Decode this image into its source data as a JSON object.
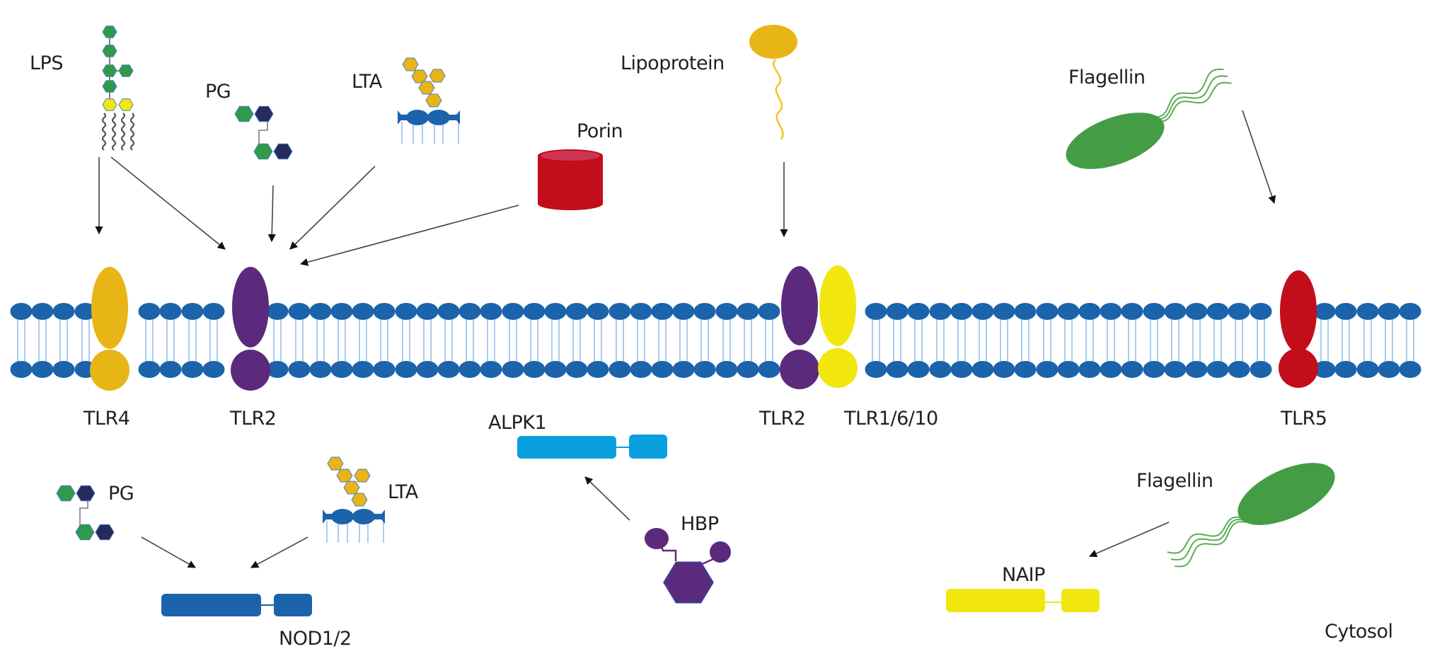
{
  "colors": {
    "membrane_head": "#1b63ab",
    "membrane_tail": "#a9cdf0",
    "tlr4": "#e8b517",
    "tlr2": "#5c2a7c",
    "tlr1_6_10": "#f2e60f",
    "tlr5": "#c20e1a",
    "porin": "#c20e1a",
    "porin_top": "#cf3450",
    "hex_green": "#2f9a48",
    "hex_navy": "#262a5c",
    "hex_yellow": "#f2e60f",
    "hex_gold": "#e8b517",
    "bacterium": "#449c45",
    "flagella": "#5aac52",
    "lipoprotein": "#e8b517",
    "nod": "#1b63ab",
    "alpk1": "#0aa0df",
    "naip": "#f2e60f",
    "hbp": "#5c2a7c",
    "arrow": "#444444",
    "text": "#231f20"
  },
  "ligands": {
    "lps": "LPS",
    "pg_top": "PG",
    "lta_top": "LTA",
    "porin": "Porin",
    "lipoprotein": "Lipoprotein",
    "flagellin_top": "Flagellin",
    "pg_bottom": "PG",
    "lta_bottom": "LTA",
    "hbp": "HBP",
    "flagellin_bottom": "Flagellin"
  },
  "receptors": {
    "tlr4": "TLR4",
    "tlr2_left": "TLR2",
    "tlr2_right": "TLR2",
    "tlr1_6_10": "TLR1/6/10",
    "tlr5": "TLR5",
    "alpk1": "ALPK1",
    "nod": "NOD1/2",
    "naip": "NAIP"
  },
  "compartments": {
    "cytosol": "Cytosol"
  },
  "edges": [
    {
      "from": "LPS",
      "to": "TLR4"
    },
    {
      "from": "LPS",
      "to": "TLR2"
    },
    {
      "from": "PG",
      "to": "TLR2"
    },
    {
      "from": "LTA",
      "to": "TLR2"
    },
    {
      "from": "Porin",
      "to": "TLR2"
    },
    {
      "from": "Lipoprotein",
      "to": "TLR2/TLR1/6/10"
    },
    {
      "from": "Flagellin",
      "to": "TLR5"
    },
    {
      "from": "PG",
      "to": "NOD1/2"
    },
    {
      "from": "LTA",
      "to": "NOD1/2"
    },
    {
      "from": "HBP",
      "to": "ALPK1"
    },
    {
      "from": "Flagellin",
      "to": "NAIP"
    }
  ]
}
